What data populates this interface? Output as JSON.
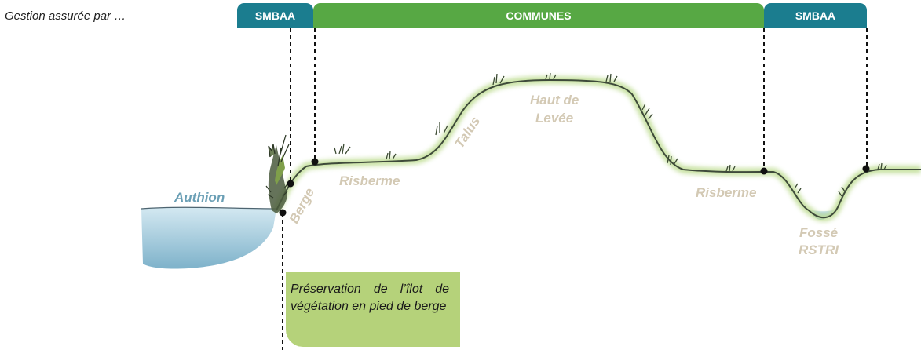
{
  "title": "Gestion assurée par …",
  "managers": [
    {
      "label": "SMBAA",
      "color": "#1b7d8f"
    },
    {
      "label": "COMMUNES",
      "color": "#57a844"
    },
    {
      "label": "SMBAA",
      "color": "#1b7d8f"
    }
  ],
  "zones": {
    "water": "Authion",
    "berge": "Berge",
    "risberme_left": "Risberme",
    "talus": "Talus",
    "haut_de_levee_line1": "Haut de",
    "haut_de_levee_line2": "Levée",
    "risberme_right": "Risberme",
    "fosse_line1": "Fossé",
    "fosse_line2": "RSTRI"
  },
  "note": "Préservation de l’îlot de végétation en pied de berge",
  "colors": {
    "smbaa": "#1b7d8f",
    "communes": "#57a844",
    "note_bg": "#b5d27a",
    "water": "#8fc3d9",
    "label": "#d3c9b4"
  }
}
